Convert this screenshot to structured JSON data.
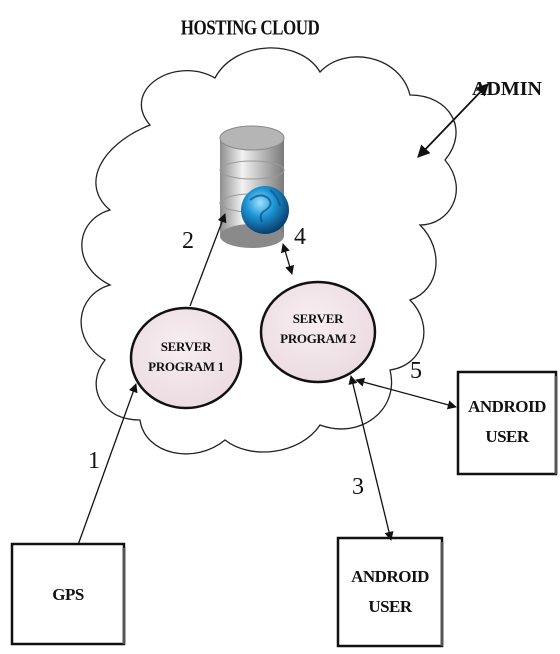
{
  "title": "HOSTING CLOUD",
  "admin": "ADMIN",
  "server1": {
    "line1": "SERVER",
    "line2": "PROGRAM 1"
  },
  "server2": {
    "line1": "SERVER",
    "line2": "PROGRAM 2"
  },
  "gps": "GPS",
  "android_right": {
    "line1": "ANDROID",
    "line2": "USER"
  },
  "android_bottom": {
    "line1": "ANDROID",
    "line2": "USER"
  },
  "steps": {
    "s1": "1",
    "s2": "2",
    "s3": "3",
    "s4": "4",
    "s5": "5"
  }
}
